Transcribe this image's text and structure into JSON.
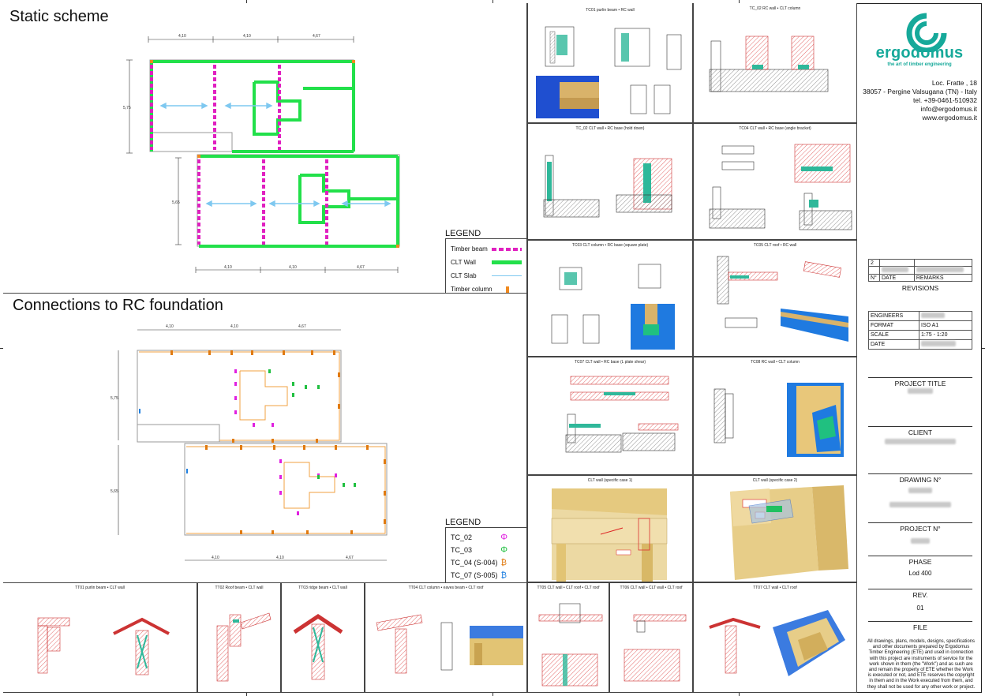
{
  "static_scheme": {
    "title": "Static scheme"
  },
  "connections": {
    "title": "Connections to RC foundation"
  },
  "legend1": {
    "heading": "LEGEND",
    "items": [
      {
        "label": "Timber beam",
        "color": "#e020c0"
      },
      {
        "label": "CLT Wall",
        "color": "#22e04a"
      },
      {
        "label": "CLT Slab",
        "color": "#7ec8f0"
      },
      {
        "label": "Timber column",
        "color": "#f08a20"
      }
    ]
  },
  "legend2": {
    "heading": "LEGEND",
    "items": [
      {
        "label": "TC_02",
        "color": "#e020e0"
      },
      {
        "label": "TC_03",
        "color": "#20c040"
      },
      {
        "label": "TC_04 (S-004)",
        "color": "#e07a10"
      },
      {
        "label": "TC_07 (S-005)",
        "color": "#2080e0"
      }
    ]
  },
  "panels": {
    "p1": "TC01 purlin beam • RC wall",
    "p2": "TC_02 RC wall • CLT column",
    "p3": "TC_02 CLT wall • RC base (hold down)",
    "p4": "TC04 CLT wall • RC base (angle bracket)",
    "p5": "TC03 CLT column • RC base (square plate)",
    "p6": "TC05 CLT roof • RC wall",
    "p7": "TC07 CLT wall • RC base (L plate shear)",
    "p8": "TC08 RC wall • CLT column",
    "p9": "CLT wall (specific case 1)",
    "p10": "CLT wall (specific case 2)",
    "b1": "TT01 purlin beam • CLT wall",
    "b2": "TT02 Roof beam • CLT wall",
    "b3": "TT03 ridge beam • CLT wall",
    "b4": "TT04 CLT column • eaves beam • CLT roof",
    "b5": "TT05 CLT wall • CLT roof • CLT roof",
    "b6": "TT06 CLT wall • CLT wall • CLT roof",
    "b7": "TT07 CLT wall • CLT roof"
  },
  "company": {
    "name": "ergodomus",
    "tagline": "the art of timber engineering",
    "address1": "Loc. Fratte , 18",
    "address2": "38057 - Pergine Valsugana (TN) - Italy",
    "phone": "tel. +39-0461-510932",
    "email": "info@ergodomus.it",
    "web": "www.ergodomus.it",
    "brand_color": "#16a99a"
  },
  "revisions": {
    "rev_number": "2",
    "col_n": "N°",
    "col_date": "DATE",
    "col_remarks": "REMARKS",
    "heading": "REVISIONS"
  },
  "info": {
    "engineers_label": "ENGINEERS",
    "format_label": "FORMAT",
    "format_value": "ISO A1",
    "scale_label": "SCALE",
    "scale_value": "1:75 - 1:20",
    "date_label": "DATE"
  },
  "project_title_label": "PROJECT TITLE",
  "client_label": "CLIENT",
  "drawing_label": "DRAWING N°",
  "project_n_label": "PROJECT N°",
  "phase_label": "PHASE",
  "phase_value": "Lod 400",
  "rev_label": "REV.",
  "rev_value": "01",
  "file_label": "FILE",
  "disclaimer": "All drawings, plans, models, designs, specifications and other documents prepared by Ergodomus Timber Engineering (ETE) and used in connection with this project are instruments of service for the work shown in them (the \"Work\") and as such are and remain the property of ETE whether the Work is executed or not, and ETE reserves the copyright in them and in the Work executed from them, and they shall not be used for any other work or project.",
  "dims": {
    "top": [
      "4,10",
      "4,10",
      "4,67"
    ],
    "left1": "5,75",
    "left2": "5,65",
    "bottom": [
      "4,10",
      "4,10",
      "4,67"
    ]
  }
}
